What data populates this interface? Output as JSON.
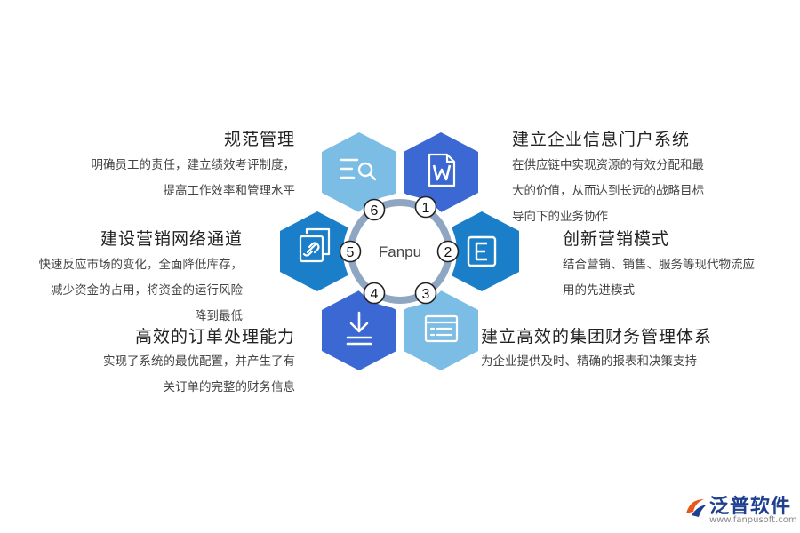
{
  "center": {
    "label": "Fanpu"
  },
  "items": [
    {
      "num": "1",
      "title": "建立企业信息门户系统",
      "desc": [
        "在供应链中实现资源的有效分配和最",
        "大的价值，从而达到长远的战略目标",
        "导向下的业务协作"
      ],
      "icon": "word-document-icon",
      "color": "#3b68d2"
    },
    {
      "num": "2",
      "title": "创新营销模式",
      "desc": [
        "结合营销、销售、服务等现代物流应",
        "用的先进模式"
      ],
      "icon": "e-letter-icon",
      "color": "#1a7fc8"
    },
    {
      "num": "3",
      "title": "建立高效的集团财务管理体系",
      "desc": [
        "为企业提供及时、精确的报表和决策支持"
      ],
      "icon": "dashboard-window-icon",
      "color": "#7cbde6"
    },
    {
      "num": "4",
      "title": "高效的订单处理能力",
      "desc": [
        "实现了系统的最优配置，并产生了有",
        "关订单的完整的财务信息"
      ],
      "icon": "download-icon",
      "color": "#3b68d2"
    },
    {
      "num": "5",
      "title": "建设营销网络通道",
      "desc": [
        "快速反应市场的变化，全面降低库存，",
        "减少资金的占用，将资金的运行风险",
        "降到最低"
      ],
      "icon": "link-copy-icon",
      "color": "#1a7fc8"
    },
    {
      "num": "6",
      "title": "规范管理",
      "desc": [
        "明确员工的责任，建立绩效考评制度，",
        "提高工作效率和管理水平"
      ],
      "icon": "search-list-icon",
      "color": "#7cbde6"
    }
  ],
  "logo": {
    "name": "泛普软件",
    "url": "www.fanpusoft.com",
    "icon": "fanpu-logo-icon"
  }
}
